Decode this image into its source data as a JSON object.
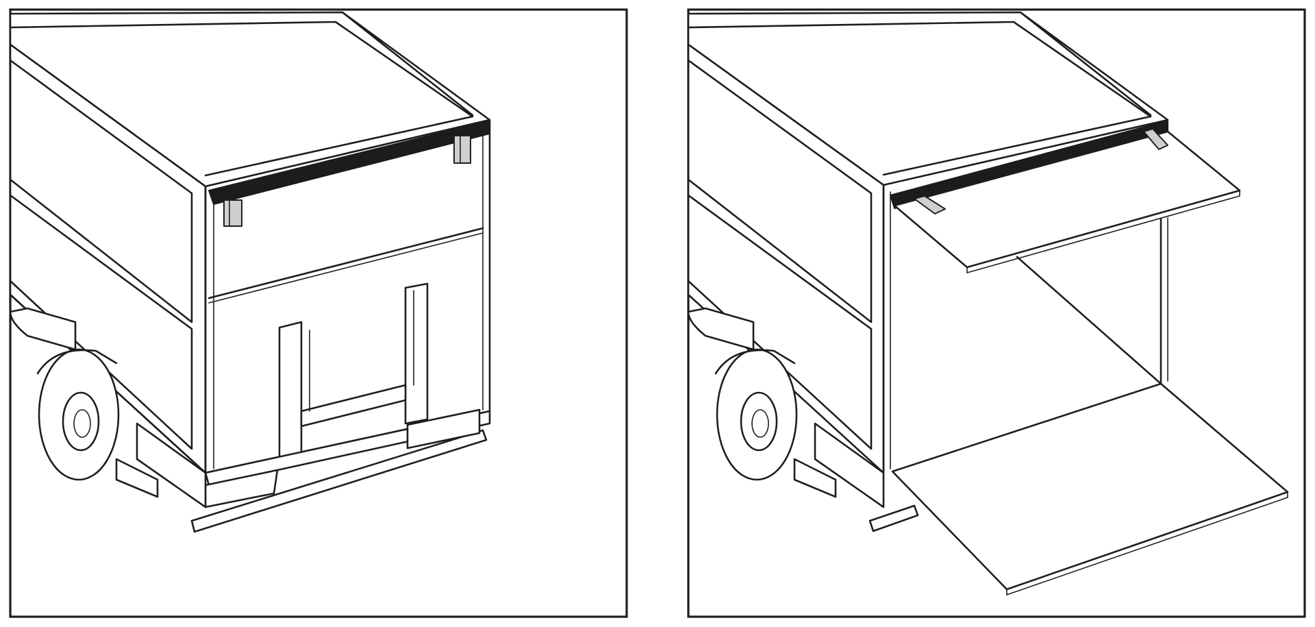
{
  "figure": {
    "panels": [
      {
        "id": "closed",
        "state": "closed"
      },
      {
        "id": "open",
        "state": "open"
      }
    ],
    "colors": {
      "line": "#1e1e1e",
      "fill": "#ffffff",
      "rail": "#1c1c1c",
      "hinge": "#cfcfcf"
    }
  }
}
